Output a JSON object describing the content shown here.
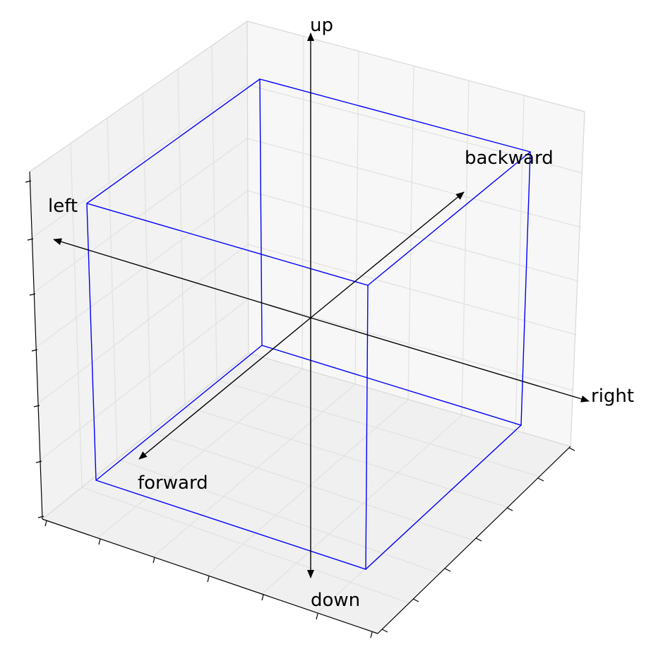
{
  "labels": {
    "up": "up",
    "down": "down",
    "left": "left",
    "right": "right",
    "forward": "forward",
    "backward": "backward"
  },
  "colors": {
    "pane": "#f2f2f2",
    "pane_light": "#f7f7f7",
    "grid": "#e2e2e2",
    "axis": "#000000",
    "box": "#0000ff"
  }
}
